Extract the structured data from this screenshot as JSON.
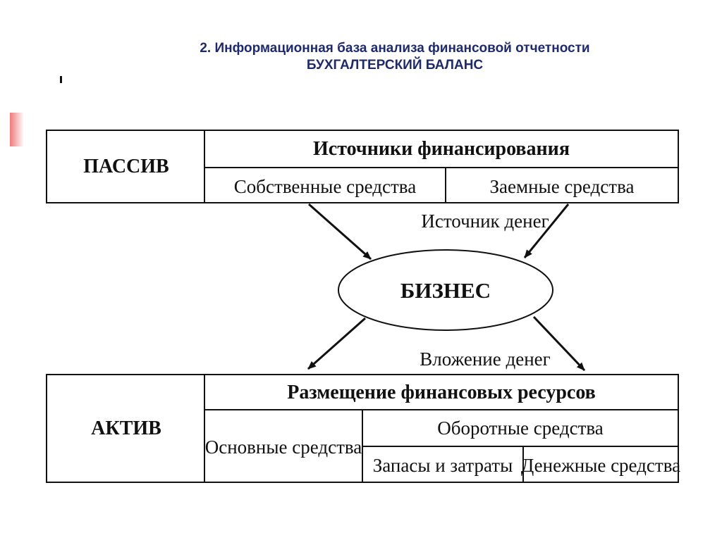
{
  "title": {
    "line1": "2. Информационная база анализа финансовой отчетности",
    "line2": "БУХГАЛТЕРСКИЙ БАЛАНС"
  },
  "diagram": {
    "passive": {
      "label": "ПАССИВ",
      "header": "Источники финансирования",
      "own_funds": "Собственные средства",
      "borrowed_funds": "Заемные средства"
    },
    "money_source": "Источник денег",
    "business": "БИЗНЕС",
    "money_investment": "Вложение денег",
    "active": {
      "label": "АКТИВ",
      "header": "Размещение финансовых ресурсов",
      "fixed_assets": "Основные средства",
      "current_assets": "Оборотные средства",
      "inventories": "Запасы и затраты",
      "cash": "Денежные средства"
    }
  }
}
